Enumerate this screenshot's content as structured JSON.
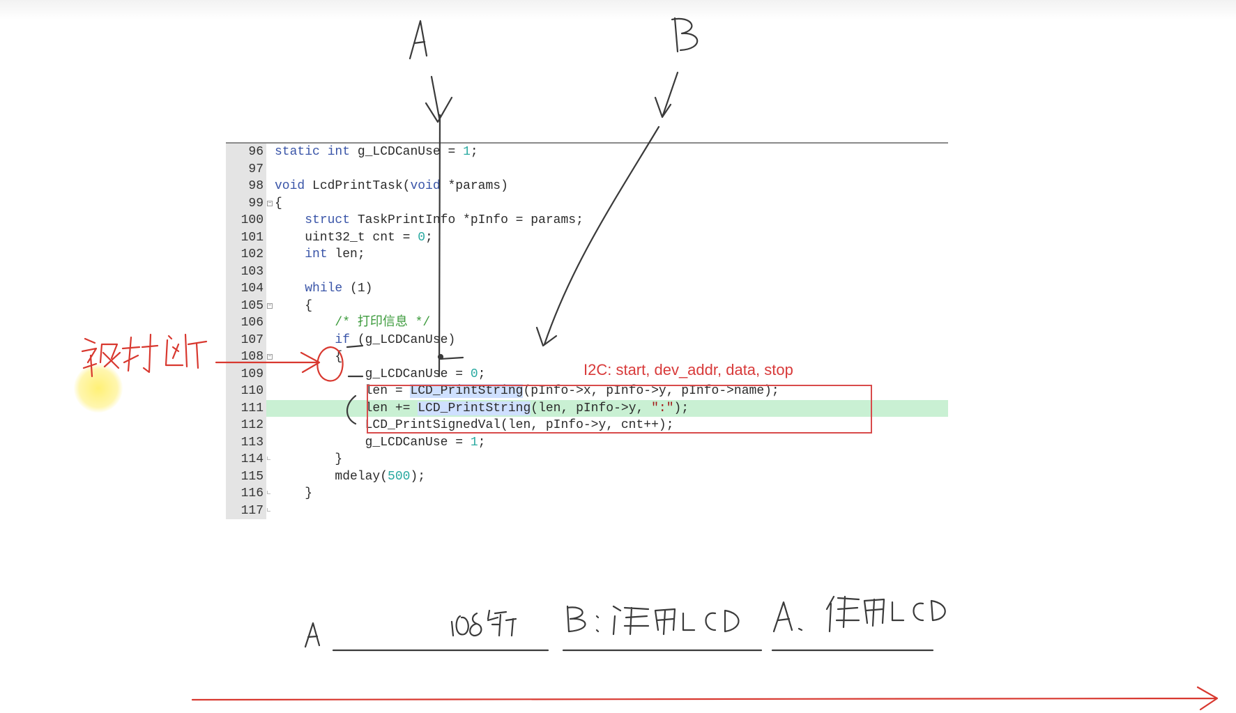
{
  "code": {
    "lines": [
      {
        "no": "96",
        "fold": "",
        "tokens": [
          {
            "t": "static",
            "c": "kw"
          },
          {
            "t": " "
          },
          {
            "t": "int",
            "c": "kw"
          },
          {
            "t": " g_LCDCanUse = "
          },
          {
            "t": "1",
            "c": "num"
          },
          {
            "t": ";"
          }
        ]
      },
      {
        "no": "97",
        "fold": "",
        "tokens": []
      },
      {
        "no": "98",
        "fold": "",
        "tokens": [
          {
            "t": "void",
            "c": "kw"
          },
          {
            "t": " LcdPrintTask("
          },
          {
            "t": "void",
            "c": "kw"
          },
          {
            "t": " *params)"
          }
        ]
      },
      {
        "no": "99",
        "fold": "open",
        "tokens": [
          {
            "t": "{"
          }
        ]
      },
      {
        "no": "100",
        "fold": "",
        "tokens": [
          {
            "t": "    "
          },
          {
            "t": "struct",
            "c": "kw"
          },
          {
            "t": " TaskPrintInfo *pInfo = params;"
          }
        ]
      },
      {
        "no": "101",
        "fold": "",
        "tokens": [
          {
            "t": "    uint32_t cnt = "
          },
          {
            "t": "0",
            "c": "num"
          },
          {
            "t": ";"
          }
        ]
      },
      {
        "no": "102",
        "fold": "",
        "tokens": [
          {
            "t": "    "
          },
          {
            "t": "int",
            "c": "kw"
          },
          {
            "t": " len;"
          }
        ]
      },
      {
        "no": "103",
        "fold": "",
        "tokens": []
      },
      {
        "no": "104",
        "fold": "",
        "tokens": [
          {
            "t": "    "
          },
          {
            "t": "while",
            "c": "kw"
          },
          {
            "t": " (1)"
          }
        ]
      },
      {
        "no": "105",
        "fold": "open",
        "tokens": [
          {
            "t": "    {"
          }
        ]
      },
      {
        "no": "106",
        "fold": "",
        "tokens": [
          {
            "t": "        "
          },
          {
            "t": "/* 打印信息 */",
            "c": "cmt"
          }
        ]
      },
      {
        "no": "107",
        "fold": "",
        "tokens": [
          {
            "t": "        "
          },
          {
            "t": "if",
            "c": "kw"
          },
          {
            "t": " (g_LCDCanUse)"
          }
        ]
      },
      {
        "no": "108",
        "fold": "open",
        "tokens": [
          {
            "t": "        {"
          }
        ]
      },
      {
        "no": "109",
        "fold": "",
        "tokens": [
          {
            "t": "            g_LCDCanUse = "
          },
          {
            "t": "0",
            "c": "num"
          },
          {
            "t": ";"
          }
        ]
      },
      {
        "no": "110",
        "fold": "",
        "tokens": [
          {
            "t": "            len = "
          },
          {
            "t": "LCD_PrintString",
            "c": "hl"
          },
          {
            "t": "(pInfo->x, pInfo->y, pInfo->name);"
          }
        ]
      },
      {
        "no": "111",
        "fold": "",
        "current": true,
        "tokens": [
          {
            "t": "            len += "
          },
          {
            "t": "LCD_PrintString",
            "c": "hl"
          },
          {
            "t": "(len, pInfo->y, "
          },
          {
            "t": "\":\"",
            "c": "str"
          },
          {
            "t": ");"
          }
        ]
      },
      {
        "no": "112",
        "fold": "",
        "tokens": [
          {
            "t": "            LCD_PrintSignedVal(len, pInfo->y, cnt++);"
          }
        ]
      },
      {
        "no": "113",
        "fold": "",
        "tokens": [
          {
            "t": "            g_LCDCanUse = "
          },
          {
            "t": "1",
            "c": "num"
          },
          {
            "t": ";"
          }
        ]
      },
      {
        "no": "114",
        "fold": "end",
        "tokens": [
          {
            "t": "        }"
          }
        ]
      },
      {
        "no": "115",
        "fold": "",
        "tokens": [
          {
            "t": "        mdelay("
          },
          {
            "t": "500",
            "c": "num"
          },
          {
            "t": ");"
          }
        ]
      },
      {
        "no": "116",
        "fold": "end",
        "tokens": [
          {
            "t": "    }"
          }
        ]
      },
      {
        "no": "117",
        "fold": "end",
        "tokens": []
      }
    ]
  },
  "annotation": {
    "i2c_note": "I2C:  start, dev_addr, data, stop",
    "handwriting_color": "#d8382f",
    "ink_color": "#3a3a3a"
  },
  "colors": {
    "keyword": "#3a55a8",
    "number": "#28a9a0",
    "current_line": "#c9f0d3",
    "box": "#d84a4a"
  }
}
